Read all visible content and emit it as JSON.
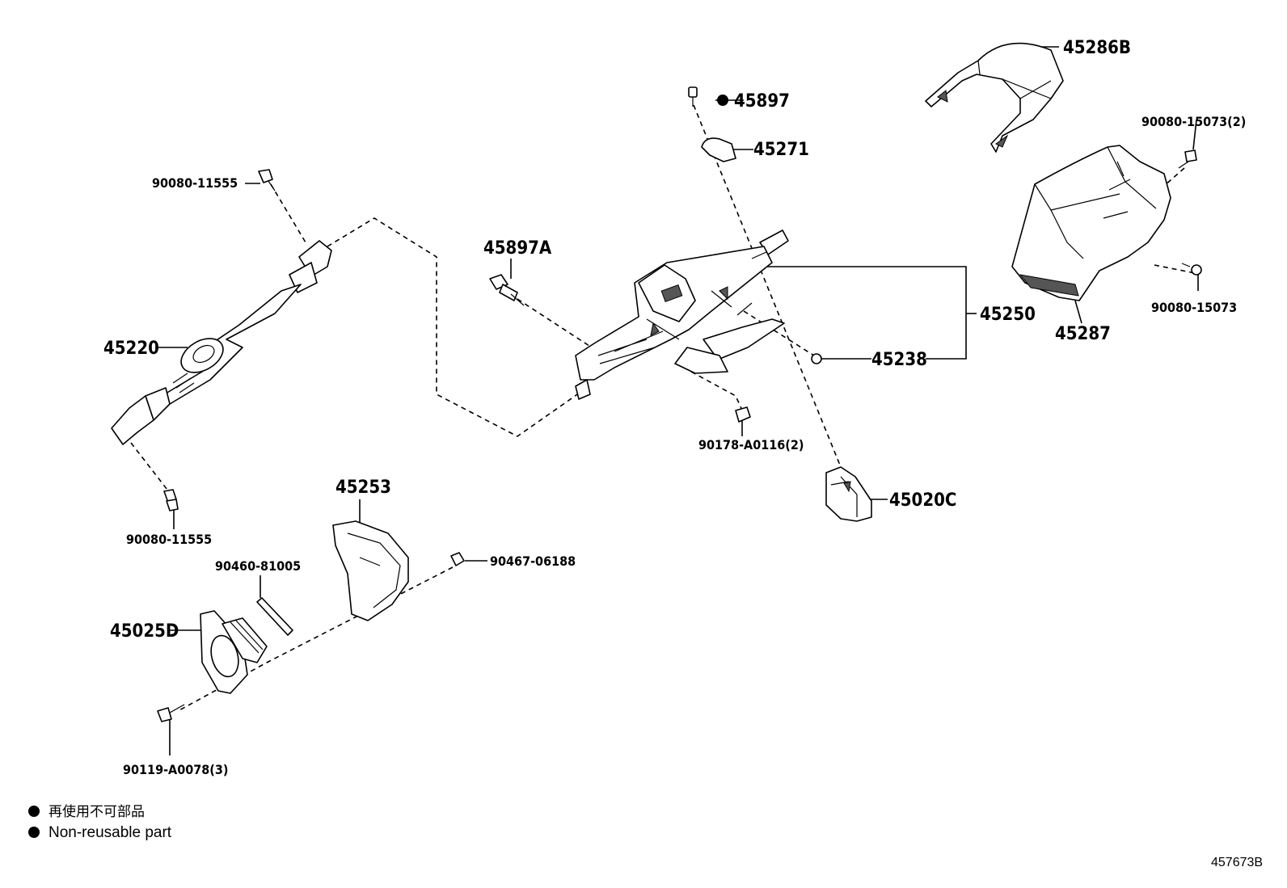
{
  "labels": {
    "p45286B": "45286B",
    "p45897": "45897",
    "p45271": "45271",
    "p90080_15073_2": "90080-15073(2)",
    "p90080_11555_top": "90080-11555",
    "p45897A": "45897A",
    "p45220": "45220",
    "p45250": "45250",
    "p45238": "45238",
    "p45287": "45287",
    "p90080_15073": "90080-15073",
    "p90178": "90178-A0116(2)",
    "p90080_11555_bot": "90080-11555",
    "p45253": "45253",
    "p45020C": "45020C",
    "p90467": "90467-06188",
    "p90460": "90460-81005",
    "p45025D": "45025D",
    "p90119": "90119-A0078(3)"
  },
  "legend": {
    "line1": "再使用不可部品",
    "line2": "Non-reusable part"
  },
  "reference": "457673B",
  "icons": {
    "non_reusable_marker": "filled-circle"
  }
}
